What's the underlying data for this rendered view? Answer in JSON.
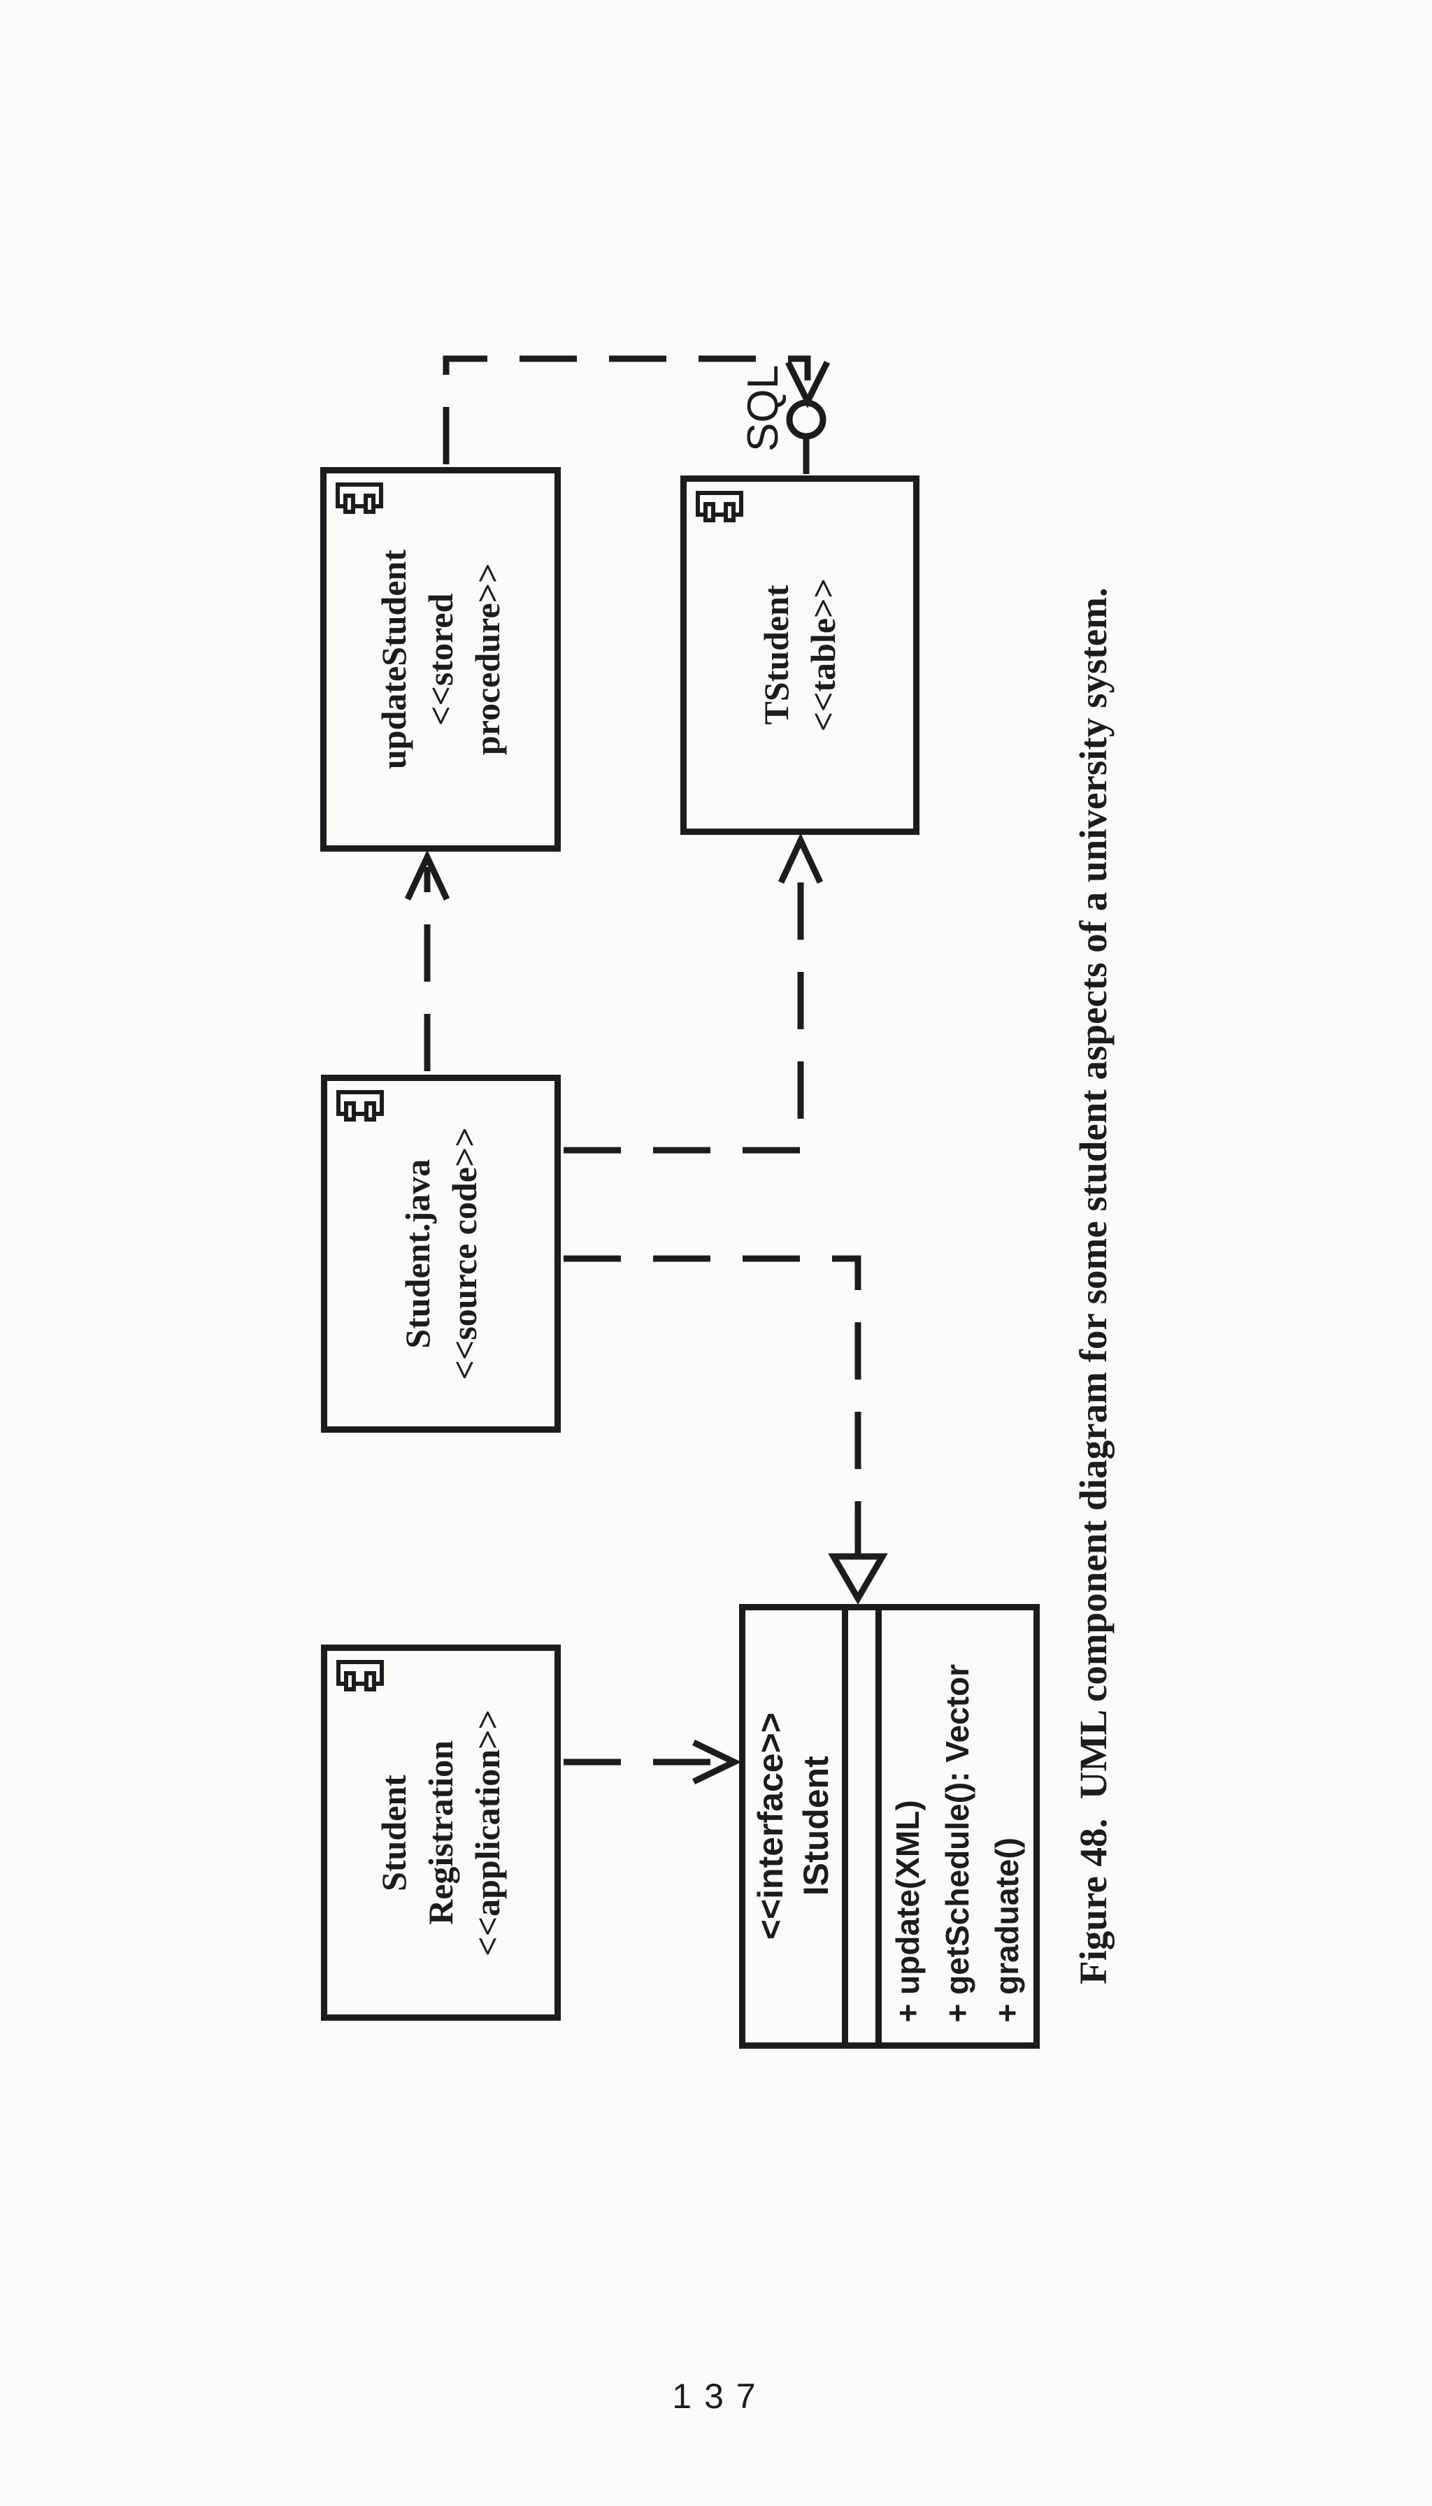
{
  "page": {
    "number": "137"
  },
  "caption": {
    "full": "Figure 48.  UML component diagram for some student aspects of a university system."
  },
  "diagram": {
    "lollipop_label": "SQL",
    "components": {
      "update_student": {
        "lines": [
          "updateStudent",
          "<<stored",
          "procedure>>"
        ]
      },
      "tstudent": {
        "lines": [
          "TStudent",
          "<<table>>"
        ]
      },
      "student_java": {
        "lines": [
          "Student.java",
          "<<source code>>"
        ]
      },
      "student_registration": {
        "lines": [
          "Student",
          "Registration",
          "<<application>>"
        ]
      }
    },
    "interface_class": {
      "stereotype": "<<interface>>",
      "name": "IStudent",
      "operations": [
        "+ update(XML)",
        "+ getSchedule(): Vector",
        "+ graduate()"
      ]
    },
    "icons": {
      "component": "uml-component-icon",
      "lollipop": "provided-interface-lollipop-icon"
    },
    "colors": {
      "ink": "#1c1c1c",
      "paper": "#fbfbfa"
    }
  }
}
